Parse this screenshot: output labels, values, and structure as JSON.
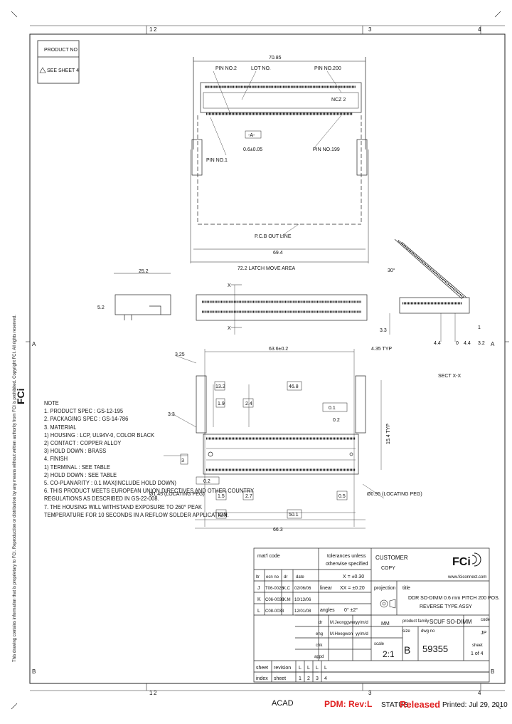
{
  "zones": {
    "top": [
      "1",
      "2",
      "3",
      "4"
    ],
    "bottom": [
      "1",
      "2",
      "3",
      "4"
    ],
    "left": [
      "A",
      "B"
    ],
    "right": [
      "A",
      "B"
    ]
  },
  "product_box": {
    "title": "PRODUCT NO",
    "ref": "SEE SHEET 4"
  },
  "copyright_text": "This drawing contains information that is proprietary to FCI. Reproduction or distribution by any means without written authority from FCI is prohibited. Copyright FCI. All rights reserved.",
  "top_view": {
    "dim_overall": "70.85",
    "pin2": "PIN NO.2",
    "lot": "LOT NO.",
    "pin200": "PIN NO.200",
    "pin1": "PIN NO.1",
    "pin199": "PIN NO.199",
    "datum_a": "-A-",
    "pitch": "0.6±0.05",
    "mark": "NCZ 2",
    "pcb": "P.C.B OUT LINE",
    "dim_69": "69.4",
    "dim_latch": "72.2 LATCH MOVE AREA"
  },
  "side_view": {
    "dim_25": "25.2",
    "dim_5": "5.2",
    "angle": "30°",
    "dim_33": "3.3",
    "dim_44": "4.4",
    "zero": "0",
    "dim_1": "1",
    "dim_32": "3.2",
    "section_x": "X"
  },
  "section_label": "SECT X-X",
  "pcb_layout": {
    "d325": "3.25",
    "d636": "63.6±0.2",
    "d435": "4.35 TYP",
    "d33": "3.3",
    "d132": "13.2",
    "d468": "46.8",
    "d19": "1.9",
    "d24": "2.4",
    "d02": "0.2",
    "tol_a": "0.1",
    "tol_a2": "0.2",
    "d3": "3",
    "d15": "1.5",
    "d27": "2.7",
    "d05": "0.5",
    "peg_left": "Ø1.45 (LOCATING PEG)",
    "peg_right": "Ø0.95 (LOCATING PEG)",
    "d129": "12.9",
    "d501": "50.1",
    "d663": "66.3",
    "d154": "15.4 TYP"
  },
  "notes": [
    "NOTE",
    "1. PRODUCT SPEC : GS-12-195",
    "2. PACKAGING SPEC : GS-14-786",
    "3. MATERIAL",
    "   1) HOUSING : LCP, UL94V-0, COLOR BLACK",
    "   2) CONTACT : COPPER ALLOY",
    "   3) HOLD DOWN : BRASS",
    "4. FINISH",
    "   1) TERMINAL : SEE TABLE",
    "   2) HOLD DOWN : SEE TABLE",
    "5. CO-PLANARITY : 0.1 MAX(INCLUDE HOLD DOWN)",
    "6. THIS PRODUCT MEETS EUROPEAN UNION DIRECTIVES AND OTHER COUNTRY",
    "   REGULATIONS AS DESCRIBED IN GS-22-008.",
    "7. THE HOUSING WILL WITHSTAND EXPOSURE TO 260° PEAK",
    "   TEMPERATURE FOR 10 SECONDS IN A REFLOW SOLDER APPLICATION."
  ],
  "title_block": {
    "matl_code": "mat'l code",
    "tolerances": "tolerances unless",
    "tolerances2": "otherwise specified",
    "customer": "CUSTOMER",
    "copy": "COPY",
    "website": "www.fciconnect.com",
    "hdr_ltr": "ltr",
    "hdr_ecn": "ecn no",
    "hdr_dr": "dr",
    "hdr_date": "date",
    "revs": [
      {
        "ltr": "J",
        "ecn": "T06-0026",
        "dr": "K.C",
        "date": "02/06/06"
      },
      {
        "ltr": "K",
        "ecn": "C06-0036",
        "dr": "K.M",
        "date": "10/13/06"
      },
      {
        "ltr": "L",
        "ecn": "C08-0033",
        "dr": "",
        "date": "12/01/08"
      }
    ],
    "linear": "linear",
    "lin_x": "X = ±0.30",
    "lin_xx": "XX = ±0.20",
    "angles": "angles",
    "ang_val": "0° ±2°",
    "dr_row": "dr",
    "eng_row": "eng",
    "chk_row": "chk",
    "appd_row": "appd",
    "dr_name": "M.Jeonggwon",
    "dr_date": "yy/m/d",
    "eng_name": "M.Heegwon",
    "eng_date": "yy/m/d",
    "projection": "projection",
    "title_lbl": "title",
    "title1": "DDR SO-DIMM 0.6 mm PITCH 200 POS.",
    "title2": "REVERSE TYPE ASSY",
    "units": "MM",
    "product_family_lbl": "product family",
    "product_family": "SCUF SO-DIMM",
    "code_lbl": "code",
    "code": "JP",
    "size_lbl": "size",
    "dwg_lbl": "dwg no",
    "scale_lbl": "scale",
    "scale": "2:1",
    "size": "B",
    "dwg_no": "59355",
    "sheet_lbl": "sheet",
    "sheet": "1 of 4",
    "sheet_row": "sheet",
    "index_row": "index",
    "revision_lbl": "revision",
    "sheet_lbl2": "sheet",
    "rev_cells": [
      "L",
      "L",
      "L",
      "L"
    ],
    "sheet_cells": [
      "1",
      "2",
      "3",
      "4"
    ]
  },
  "footer": {
    "acad": "ACAD",
    "pdm": "PDM: Rev:L",
    "status_lbl": "STATUS",
    "status": "Released",
    "printed": "Printed: Jul 29, 2010"
  }
}
